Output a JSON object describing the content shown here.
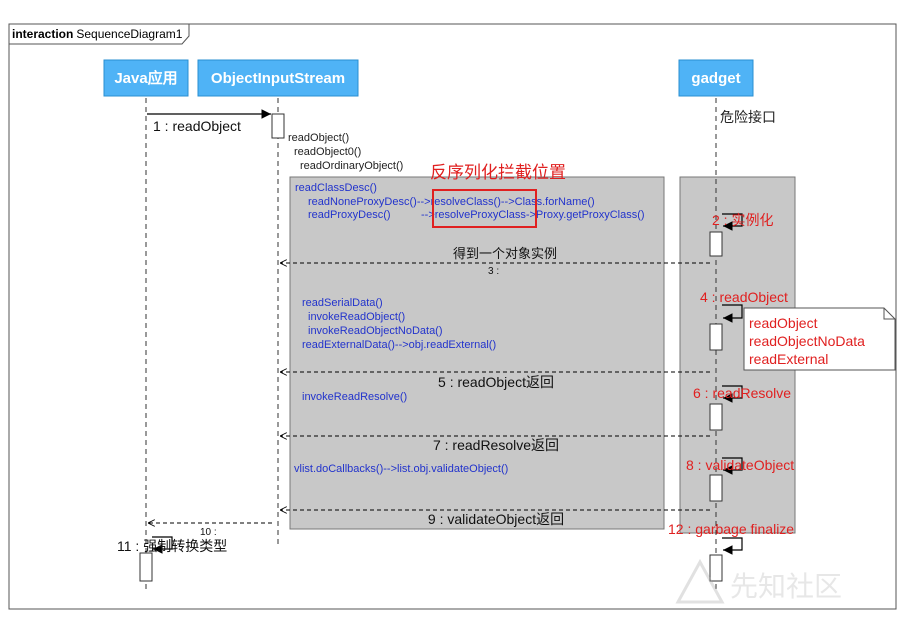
{
  "frame": {
    "keyword": "interaction",
    "name": "SequenceDiagram1"
  },
  "lifelines": {
    "java": "Java应用",
    "ois": "ObjectInputStream",
    "gadget": "gadget"
  },
  "gadget_note": "危险接口",
  "messages": {
    "m1": "1 : readObject",
    "m2": "2 : 实例化",
    "m3_desc": "得到一个对象实例",
    "m3": "3 :",
    "m4": "4 : readObject",
    "m5": "5 : readObject返回",
    "m6": "6 : readResolve",
    "m7": "7 : readResolve返回",
    "m8": "8 : validateObject",
    "m9": "9 : validateObject返回",
    "m10": "10 :",
    "m11": "11 : 强制转换类型",
    "m12": "12 : garbage finalize"
  },
  "ois_calls": [
    "readObject()",
    "readObject0()",
    "readOrdinaryObject()"
  ],
  "intercept_label": "反序列化拦截位置",
  "block1": {
    "line1": "readClassDesc()",
    "line2a": "readNoneProxyDesc()--",
    "line2b": ">resolveClass()-->",
    "line2c": "Class.forName()",
    "line3a": "readProxyDesc()",
    "line3b": "-->",
    "line3c": "resolveProxyClass",
    "line3d": "->Proxy.getProxyClass()"
  },
  "block2": [
    "readSerialData()",
    "invokeReadObject()",
    "invokeReadObjectNoData()",
    "readExternalData()-->obj.readExternal()"
  ],
  "block3": [
    "invokeReadResolve()"
  ],
  "block4": [
    "vlist.doCallbacks()-->list.obj.validateObject()"
  ],
  "callout": [
    "readObject",
    "readObjectNoData",
    "readExternal"
  ],
  "watermark": "先知社区",
  "colors": {
    "blue_box": "#4fb3f6",
    "gray_block": "#c8c8c8",
    "red": "#e02020",
    "code_blue": "#2233cc"
  }
}
